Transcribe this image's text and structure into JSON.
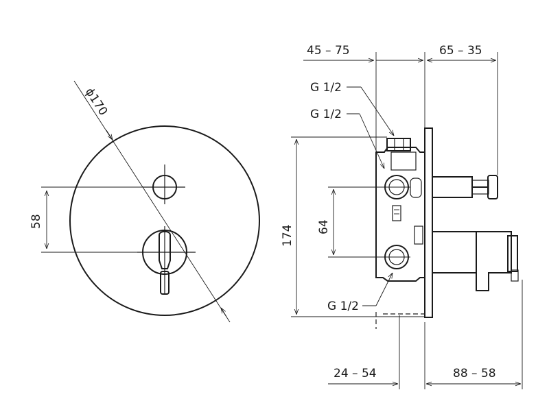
{
  "front_view": {
    "diameter_label": "ϕ170",
    "center_spacing_label": "58"
  },
  "side_view": {
    "top_left_dim": "45 – 75",
    "top_right_dim": "65 – 35",
    "bottom_left_dim": "24 – 54",
    "bottom_right_dim": "88 – 58",
    "height_dim": "174",
    "port_spacing_dim": "64",
    "thread_top_1": "G 1/2",
    "thread_top_2": "G 1/2",
    "thread_bottom": "G 1/2"
  }
}
